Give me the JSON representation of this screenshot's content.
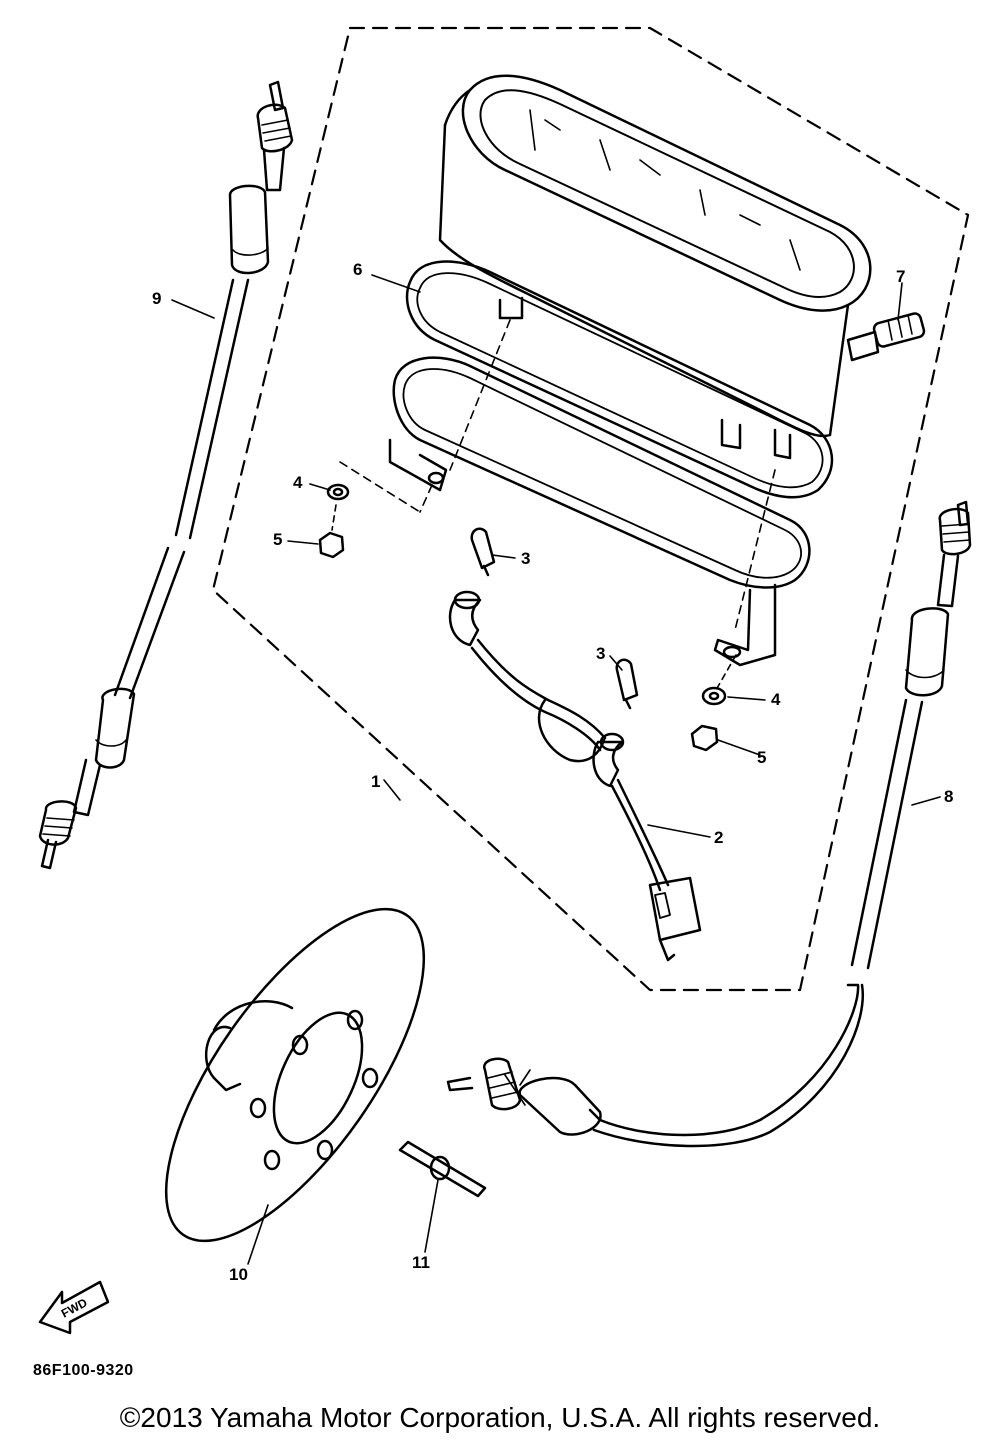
{
  "diagram": {
    "code": "86F100-9320",
    "copyright": "©2013 Yamaha Motor Corporation, U.S.A. All rights reserved.",
    "fwd_label": "FWD",
    "callouts": {
      "c1": "1",
      "c2": "2",
      "c3a": "3",
      "c3b": "3",
      "c4a": "4",
      "c4b": "4",
      "c5a": "5",
      "c5b": "5",
      "c6": "6",
      "c7": "7",
      "c8": "8",
      "c9": "9",
      "c10": "10",
      "c11": "11"
    }
  }
}
